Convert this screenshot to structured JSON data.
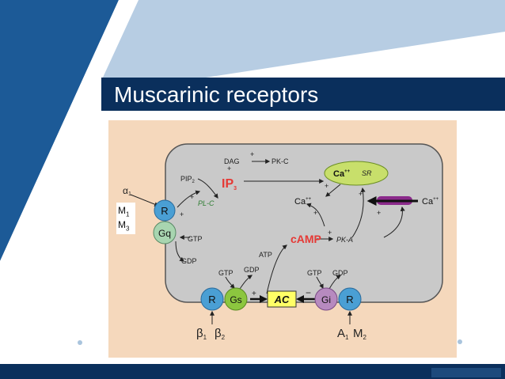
{
  "slide": {
    "title": "Muscarinic receptors"
  },
  "diagram": {
    "pathway_labels": {
      "dag": "DAG",
      "pkc": "PK-C",
      "pip2": "PIP",
      "pip2_sub": "2",
      "ip3": "IP",
      "ip3_sub": "3",
      "ca_sr": "Ca",
      "ca_sr_sup": "++",
      "sr": "SR",
      "ca_left": "Ca",
      "ca_left_sup": "++",
      "ca_right": "Ca",
      "ca_right_sup": "++",
      "plc": "PL-C",
      "camp": "cAMP",
      "pka": "PK-A",
      "atp": "ATP",
      "gtp_gq": "GTP",
      "gdp_gq": "GDP",
      "gtp_gs": "GTP",
      "gdp_gs": "GDP",
      "gtp_gi": "GTP",
      "gdp_gi": "GDP",
      "alpha1": "α",
      "alpha1_sub": "1",
      "beta1": "β",
      "beta1_sub": "1",
      "beta2": "β",
      "beta2_sub": "2",
      "a1": "A",
      "a1_sub": "1",
      "m2": "M",
      "m2_sub": "2",
      "plus": "+",
      "minus": "−"
    },
    "nodes": {
      "r_gq": "R",
      "gq": "Gq",
      "r_gs": "R",
      "gs": "Gs",
      "ac": "AC",
      "gi": "Gi",
      "r_gi": "R"
    },
    "label_box": {
      "m1": "M",
      "m1_sub": "1",
      "m3": "M",
      "m3_sub": "3"
    },
    "colors": {
      "receptor": "#4a9fd4",
      "g_stimulatory": "#8cc63f",
      "g_inhibitory": "#b78abf",
      "gq": "#a8d5b0",
      "adenylyl_cyclase": "#ffff66",
      "sr": "#c8df6b",
      "channel": "#8b2a8b",
      "ip3_text": "#e53935",
      "camp_text": "#e53935",
      "cell": "#c9c9c9",
      "background": "#f5d8bc"
    }
  }
}
